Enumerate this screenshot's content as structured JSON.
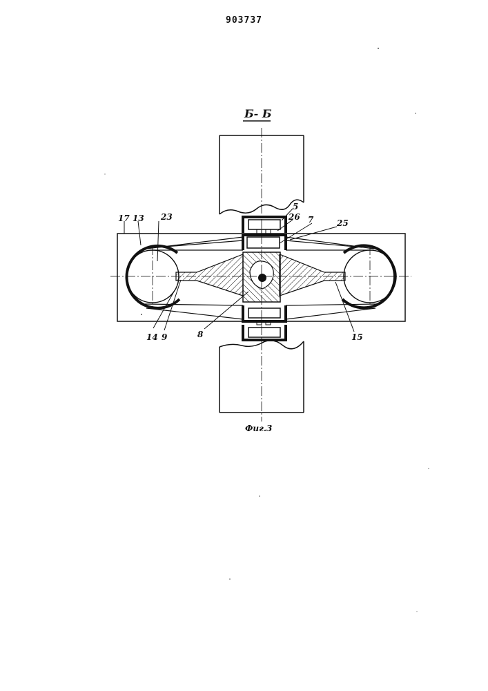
{
  "header": {
    "page_number": "903737"
  },
  "figure": {
    "section_label": "Б- Б",
    "caption": "Фиг.3",
    "callouts": {
      "c5": "5",
      "c26": "26",
      "c7": "7",
      "c25": "25",
      "c17": "17",
      "c13": "13",
      "c23": "23",
      "c14": "14",
      "c9": "9",
      "c8": "8",
      "c15": "15"
    }
  }
}
